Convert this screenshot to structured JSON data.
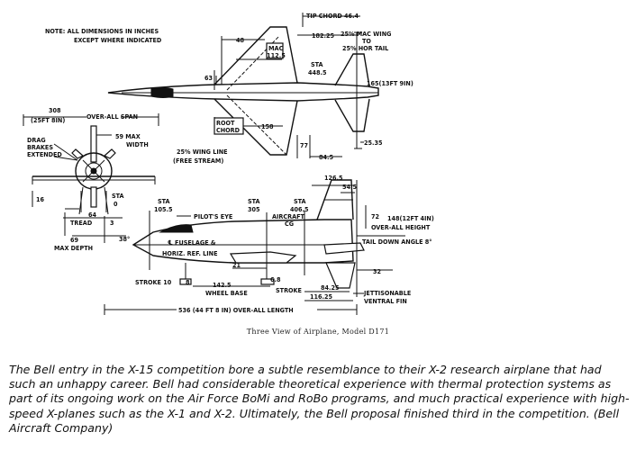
{
  "note": {
    "line1": "NOTE: ALL DIMENSIONS IN INCHES",
    "line2": "EXCEPT WHERE INDICATED"
  },
  "top_view": {
    "tip_chord": "TIP CHORD 46.4",
    "dim_48": "48",
    "mac_label": "MAC",
    "mac_val": "112.5",
    "dim_182": "182.25",
    "mac_wing_1": "25% MAC WING",
    "mac_wing_2": "TO",
    "mac_wing_3": "25% HOR TAIL",
    "sta_448": "STA",
    "sta_448_val": "448.5",
    "dim_63": "63",
    "dim_165": "165(13FT 9IN)",
    "root_chord_1": "ROOT",
    "root_chord_2": "CHORD",
    "dim_158": "158",
    "wing_line_1": "25% WING LINE",
    "wing_line_2": "(FREE STREAM)",
    "dim_77": "77",
    "dim_2535": "25.35",
    "dim_845": "84.5"
  },
  "front_view": {
    "span_val": "308",
    "span_ft": "(25FT 8IN)",
    "span_label": "OVER-ALL SPAN",
    "drag_1": "DRAG",
    "drag_2": "BRAKES",
    "drag_3": "EXTENDED",
    "max_width_1": "59 MAX",
    "max_width_2": "WIDTH",
    "dim_16": "16",
    "sta_0_1": "STA",
    "sta_0_2": "0",
    "dim_64": "64",
    "tread": "TREAD",
    "dim_3": "3",
    "dim_69": "69",
    "max_depth": "MAX DEPTH"
  },
  "side_view": {
    "sta_1055_1": "STA",
    "sta_1055_2": "105.5",
    "pilots_eye": "PILOT'S EYE",
    "sta_305_1": "STA",
    "sta_305_2": "305",
    "sta_4065_1": "STA",
    "sta_4065_2": "406.5",
    "aircraft_cg_1": "AIRCRAFT",
    "aircraft_cg_2": "CG",
    "dim_1265": "126.5",
    "dim_545": "54.5",
    "dim_72": "72",
    "height_1": "148(12FT 4IN)",
    "height_2": "OVER-ALL HEIGHT",
    "deg_38": "38°",
    "fuselage_1": "℄ FUSELAGE &",
    "fuselage_2": "HORIZ. REF. LINE",
    "tail_down": "TAIL DOWN ANGLE 8°",
    "dim_21": "21",
    "dim_32": "32",
    "stroke_10": "STROKE 10",
    "dim_8": "8",
    "dim_1425": "142.5",
    "wheel_base": "WHEEL BASE",
    "dim_68": "6.8",
    "stroke": "STROKE",
    "dim_8425": "84.25",
    "dim_11625": "116.25",
    "jett_1": "JETTISONABLE",
    "jett_2": "VENTRAL FIN",
    "overall_length": "536 (44 FT 8 IN) OVER-ALL LENGTH"
  },
  "figure_caption": "Three View of Airplane, Model D171",
  "caption": "The Bell entry in the X-15 competition bore a subtle resemblance to their X-2 research airplane that had such an unhappy career. Bell had considerable theoretical experience with thermal protection systems as part of its ongoing work on the Air Force BoMi and RoBo programs, and much practical experience with high-speed X-planes such as the X-1 and X-2. Ultimately, the Bell proposal finished third in the competition. (Bell Aircraft Company)"
}
